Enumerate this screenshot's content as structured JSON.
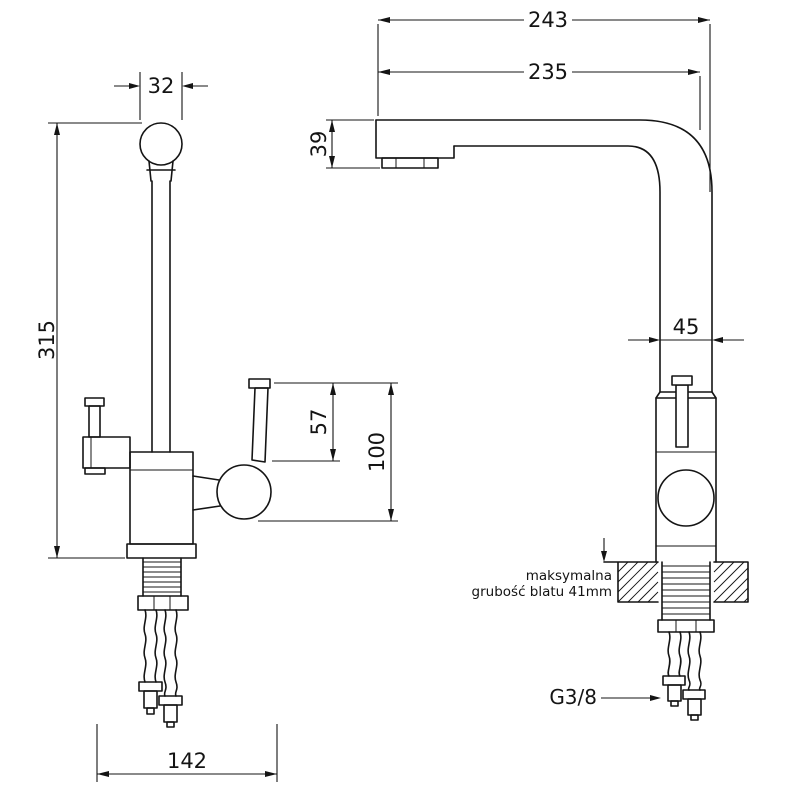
{
  "drawing_title": "Kitchen faucet technical drawing – front and side views with dimensions (mm)",
  "front": {
    "head_width": "32",
    "total_height": "315",
    "lever_height": "57",
    "body_height": "100",
    "overall_width": "142"
  },
  "side": {
    "overall_depth": "243",
    "spout_reach": "235",
    "spout_height": "39",
    "column_width": "45",
    "counter_note_line1": "maksymalna",
    "counter_note_line2": "grubość blatu 41mm",
    "thread_size": "G3/8"
  }
}
